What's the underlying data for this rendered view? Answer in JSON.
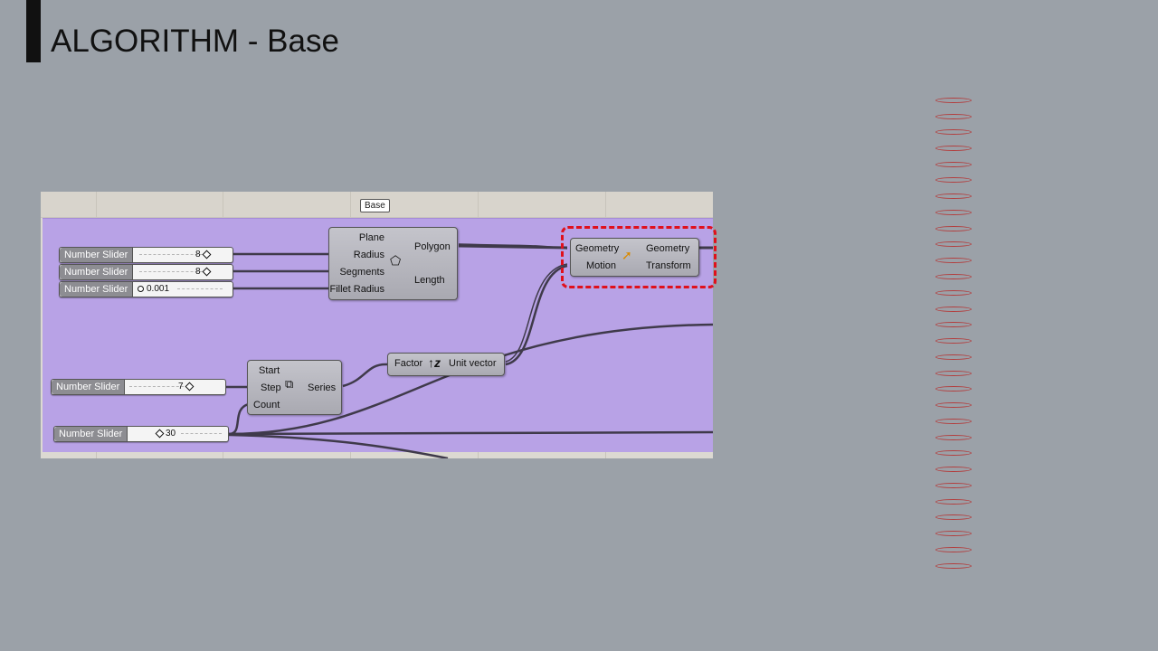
{
  "title": "ALGORITHM - Base",
  "group_label": "Base",
  "sliders": [
    {
      "label": "Number Slider",
      "value": "8"
    },
    {
      "label": "Number Slider",
      "value": "8"
    },
    {
      "label": "Number Slider",
      "value": "0.001"
    },
    {
      "label": "Number Slider",
      "value": "7"
    },
    {
      "label": "Number Slider",
      "value": "30"
    }
  ],
  "polygon_component": {
    "inputs": [
      "Plane",
      "Radius",
      "Segments",
      "Fillet Radius"
    ],
    "outputs": [
      "Polygon",
      "Length"
    ],
    "icon": "polygon-icon"
  },
  "series_component": {
    "inputs": [
      "Start",
      "Step",
      "Count"
    ],
    "outputs": [
      "Series"
    ],
    "icon": "series-icon"
  },
  "unit_z_component": {
    "inputs": [
      "Factor"
    ],
    "outputs": [
      "Unit vector"
    ],
    "icon": "unit-z-icon"
  },
  "move_component": {
    "inputs": [
      "Geometry",
      "Motion"
    ],
    "outputs": [
      "Geometry",
      "Transform"
    ],
    "icon": "move-icon"
  },
  "colors": {
    "background": "#9ba1a8",
    "group_fill": "#b8a2e6",
    "highlight": "#e0101c",
    "coil": "#b33c3c"
  }
}
